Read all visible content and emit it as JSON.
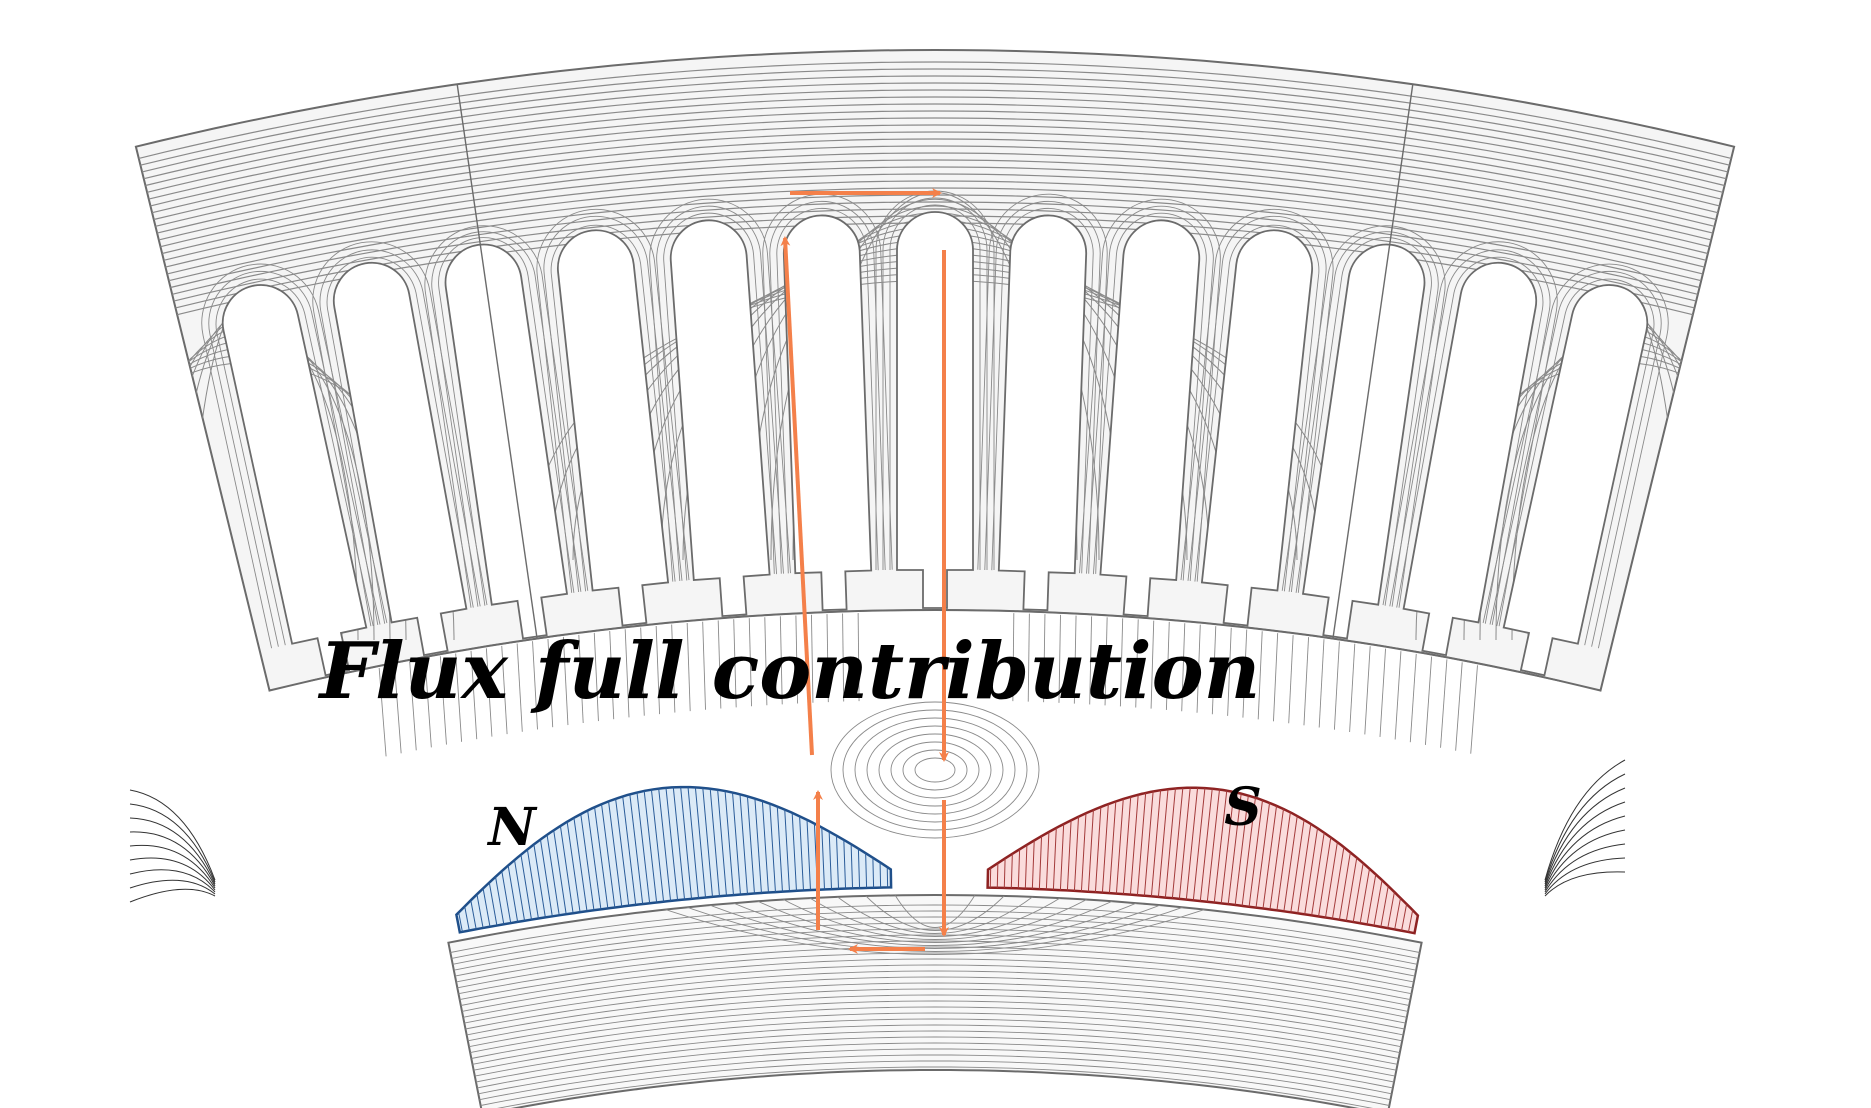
{
  "diagram": {
    "title": "Flux full contribution",
    "north_label": "N",
    "south_label": "S",
    "flux_arrows": 6
  },
  "colors": {
    "outline": "#6b6b6b",
    "flux_line": "#8a8a8a",
    "stator_fill": "#f5f5f5",
    "arrow": "#f4804a",
    "north_fill": "#dbeaf7",
    "north_stroke": "#1f4f8a",
    "north_hatch": "#2a5c99",
    "south_fill": "#fadcdc",
    "south_stroke": "#8e2222",
    "south_hatch": "#a33a3a",
    "title_text": "#000000"
  },
  "icons": {
    "flux_arrow": "arrow-icon",
    "north_magnet": "magnet-north-icon",
    "south_magnet": "magnet-south-icon"
  }
}
